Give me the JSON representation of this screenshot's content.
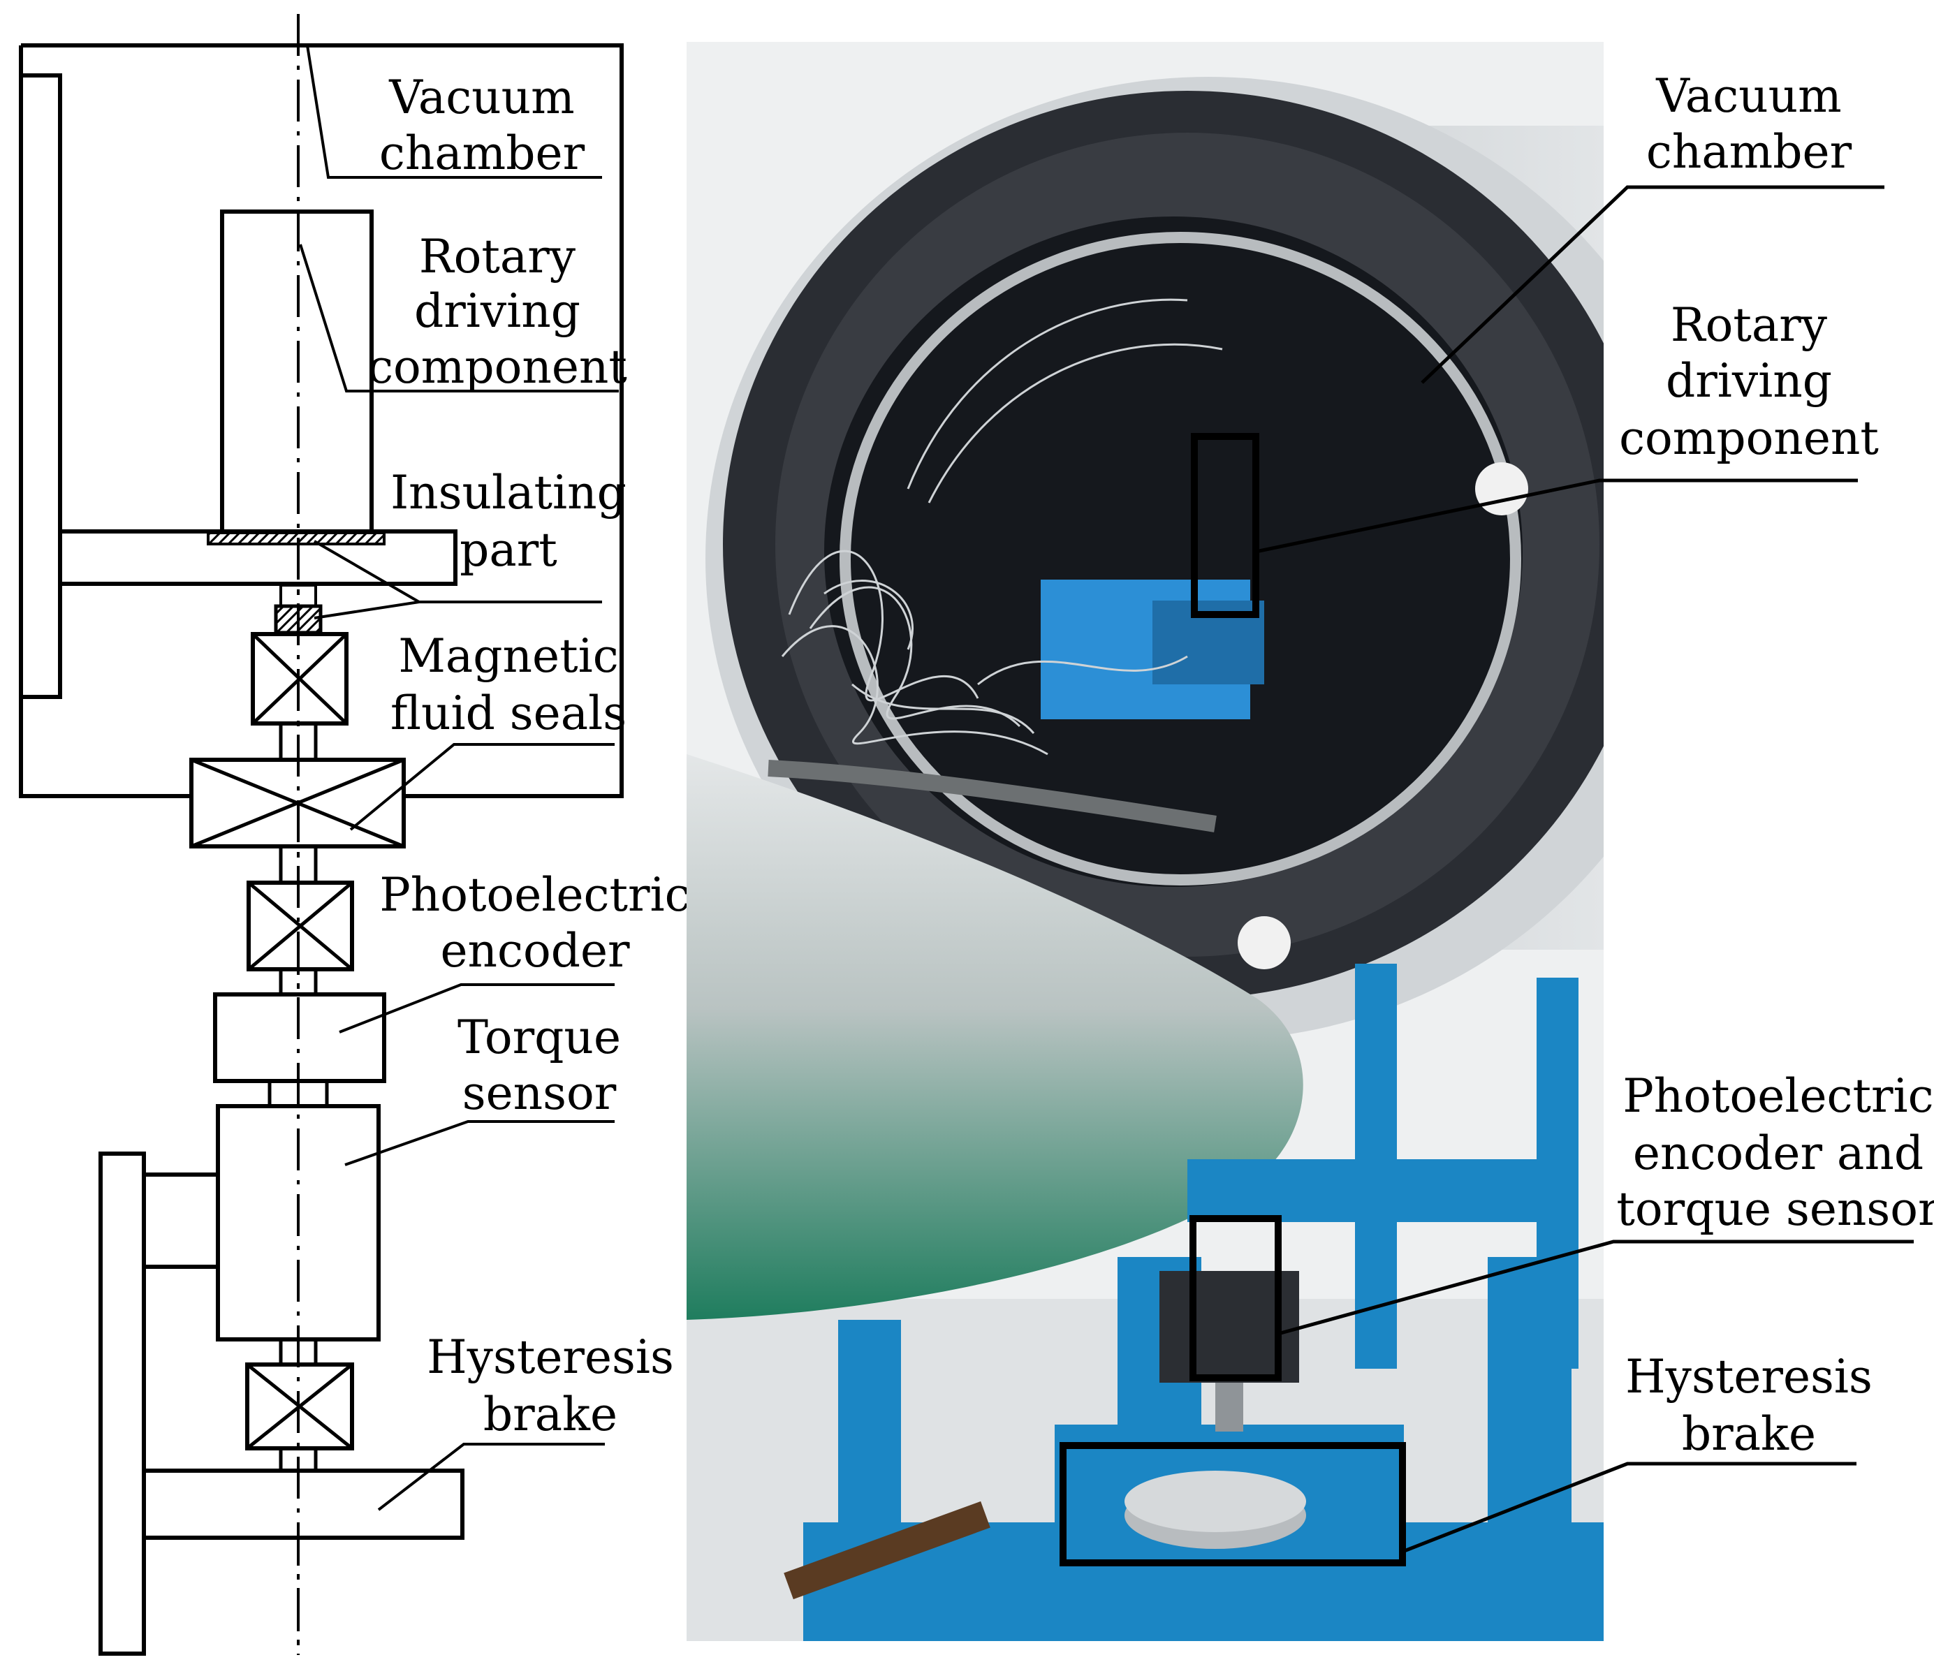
{
  "schematic": {
    "labels": {
      "vacuum_chamber": [
        "Vacuum",
        "chamber"
      ],
      "rotary_driving_component": [
        "Rotary",
        "driving",
        "component"
      ],
      "insulating_part": [
        "Insulating",
        "part"
      ],
      "magnetic_fluid_seals": [
        "Magnetic",
        "fluid seals"
      ],
      "photoelectric_encoder": [
        "Photoelectric",
        "encoder"
      ],
      "torque_sensor": [
        "Torque",
        "sensor"
      ],
      "hysteresis_brake": [
        "Hysteresis",
        "brake"
      ]
    }
  },
  "photo": {
    "labels": {
      "vacuum_chamber": [
        "Vacuum",
        "chamber"
      ],
      "rotary_driving_component": [
        "Rotary",
        "driving",
        "component"
      ],
      "encoder_and_torque_sensor": [
        "Photoelectric",
        "encoder and",
        "torque sensor"
      ],
      "hysteresis_brake": [
        "Hysteresis",
        "brake"
      ]
    },
    "colors": {
      "chamber_shell": "#d4d8db",
      "chamber_interior": "#1a1d22",
      "door_ring": "#2a2d33",
      "frame_blue": "#1b86c4",
      "door_gradient_top": "#dfe3e5",
      "door_gradient_bottom": "#1f7d5e"
    }
  }
}
